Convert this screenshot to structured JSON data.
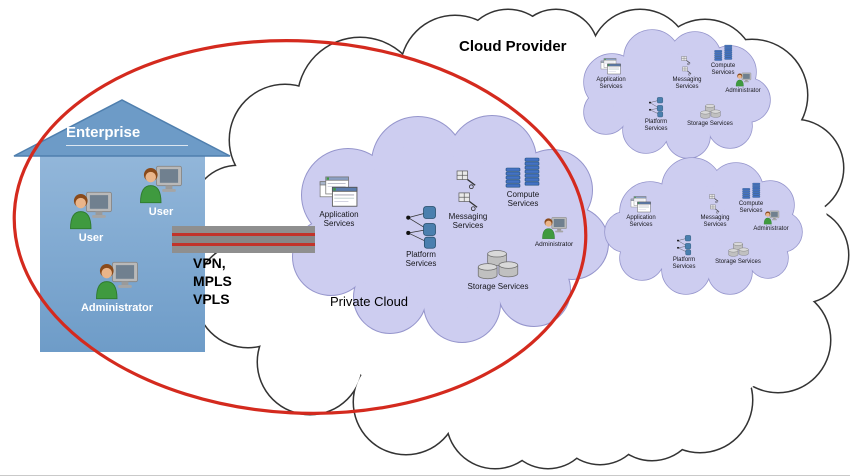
{
  "title": "Cloud Provider",
  "enterprise": {
    "label": "Enterprise",
    "user_top": "User",
    "user_left": "User",
    "administrator": "Administrator"
  },
  "connection": {
    "line1": "VPN,",
    "line2": "MPLS",
    "line3": "VPLS"
  },
  "private_cloud": {
    "label": "Private Cloud"
  },
  "services": {
    "application": "Application Services",
    "platform": "Platform Services",
    "messaging": "Messaging Services",
    "compute": "Compute Services",
    "storage": "Storage Services",
    "administrator": "Administrator"
  },
  "colors": {
    "boundary_red": "#d42a1e",
    "inner_cloud_fill": "#cdcdf0",
    "inner_cloud_stroke": "#9595cc",
    "outer_cloud_stroke": "#333333",
    "enterprise_blue": "#6e9cc8",
    "cable_gray": "#8f8f8f",
    "cable_red": "#c2332a"
  }
}
